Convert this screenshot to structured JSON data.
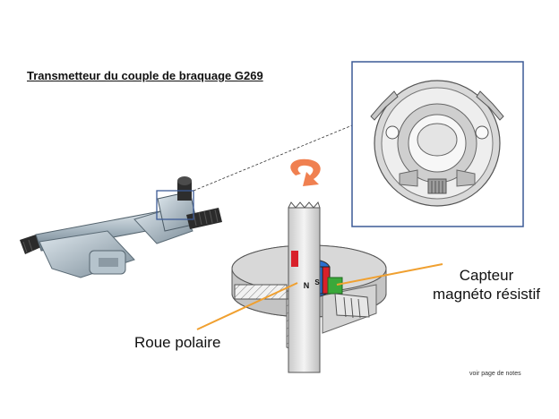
{
  "title": "Transmetteur du couple de braquage G269",
  "callouts": {
    "sensor_line1": "Capteur",
    "sensor_line2": "magnéto résistif",
    "pole_wheel": "Roue polaire"
  },
  "magnet_labels": {
    "north": "N",
    "south": "S"
  },
  "footer_note": "voir page de notes",
  "colors": {
    "frame_blue": "#3c5a96",
    "callout_orange": "#f0a030",
    "magnet_red": "#d8202a",
    "magnet_blue": "#2a6fd0",
    "sensor_green": "#3aa83a",
    "rotation_arrow": "#f08050"
  }
}
